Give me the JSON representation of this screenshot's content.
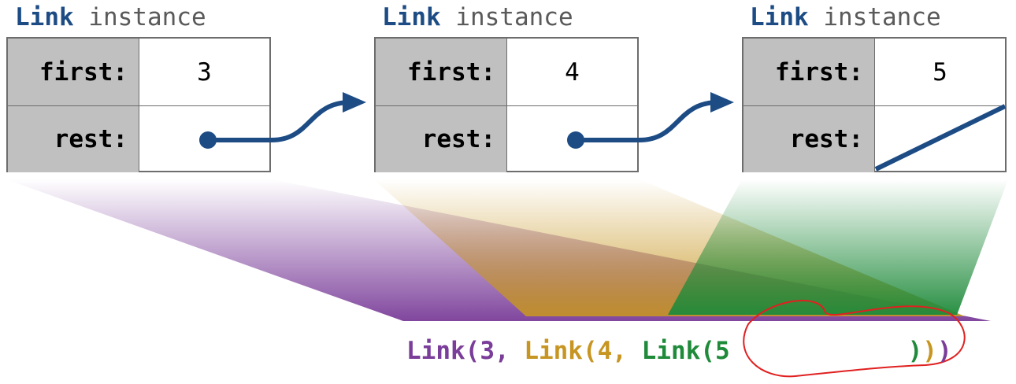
{
  "nodes": [
    {
      "title_keyword": "Link",
      "title_rest": " instance",
      "first_label": "first:",
      "rest_label": "rest:",
      "first_value": "3",
      "rest": "pointer"
    },
    {
      "title_keyword": "Link",
      "title_rest": " instance",
      "first_label": "first:",
      "rest_label": "rest:",
      "first_value": "4",
      "rest": "pointer"
    },
    {
      "title_keyword": "Link",
      "title_rest": " instance",
      "first_label": "first:",
      "rest_label": "rest:",
      "first_value": "5",
      "rest": "empty (slash)"
    }
  ],
  "expression": {
    "part1": "Link(3, ",
    "part2": "Link(4, ",
    "part3": "Link(5",
    "close3": ")",
    "close2": ")",
    "close1": ")"
  },
  "colors": {
    "keyword": "#1d4c85",
    "arrow": "#1d4c85",
    "label_cell": "#c0c0c0",
    "purple": "#7a3d99",
    "gold": "#c79622",
    "green": "#1e8a3a",
    "annotation": "#e02020"
  }
}
